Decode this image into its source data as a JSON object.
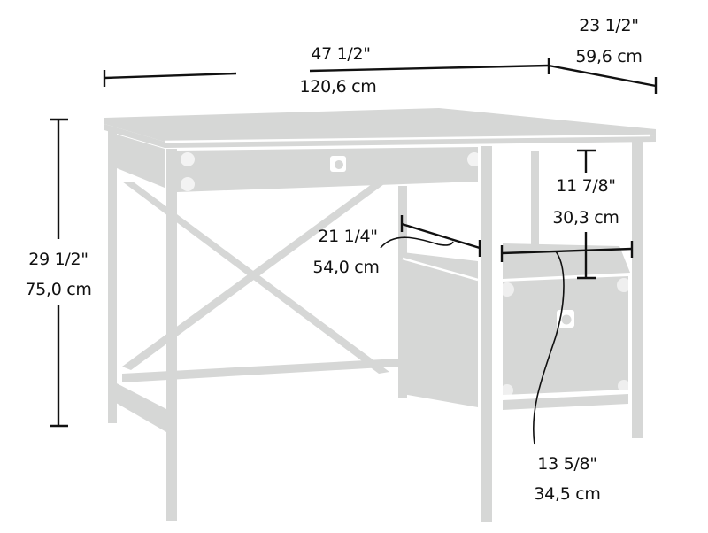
{
  "diagram": {
    "subject": "desk",
    "colors": {
      "drawing": "#d6d7d6",
      "dimension_lines": "#111111",
      "background": "#ffffff"
    },
    "dimensions": {
      "width": {
        "imperial": "47 1/2\"",
        "metric": "120,6 cm"
      },
      "depth": {
        "imperial": "23 1/2\"",
        "metric": "59,6 cm"
      },
      "height": {
        "imperial": "29 1/2\"",
        "metric": "75,0 cm"
      },
      "kneespace_depth": {
        "imperial": "21 1/4\"",
        "metric": "54,0 cm"
      },
      "shelf_height": {
        "imperial": "11 7/8\"",
        "metric": "30,3 cm"
      },
      "shelf_width": {
        "imperial": "13 5/8\"",
        "metric": "34,5 cm"
      }
    }
  }
}
